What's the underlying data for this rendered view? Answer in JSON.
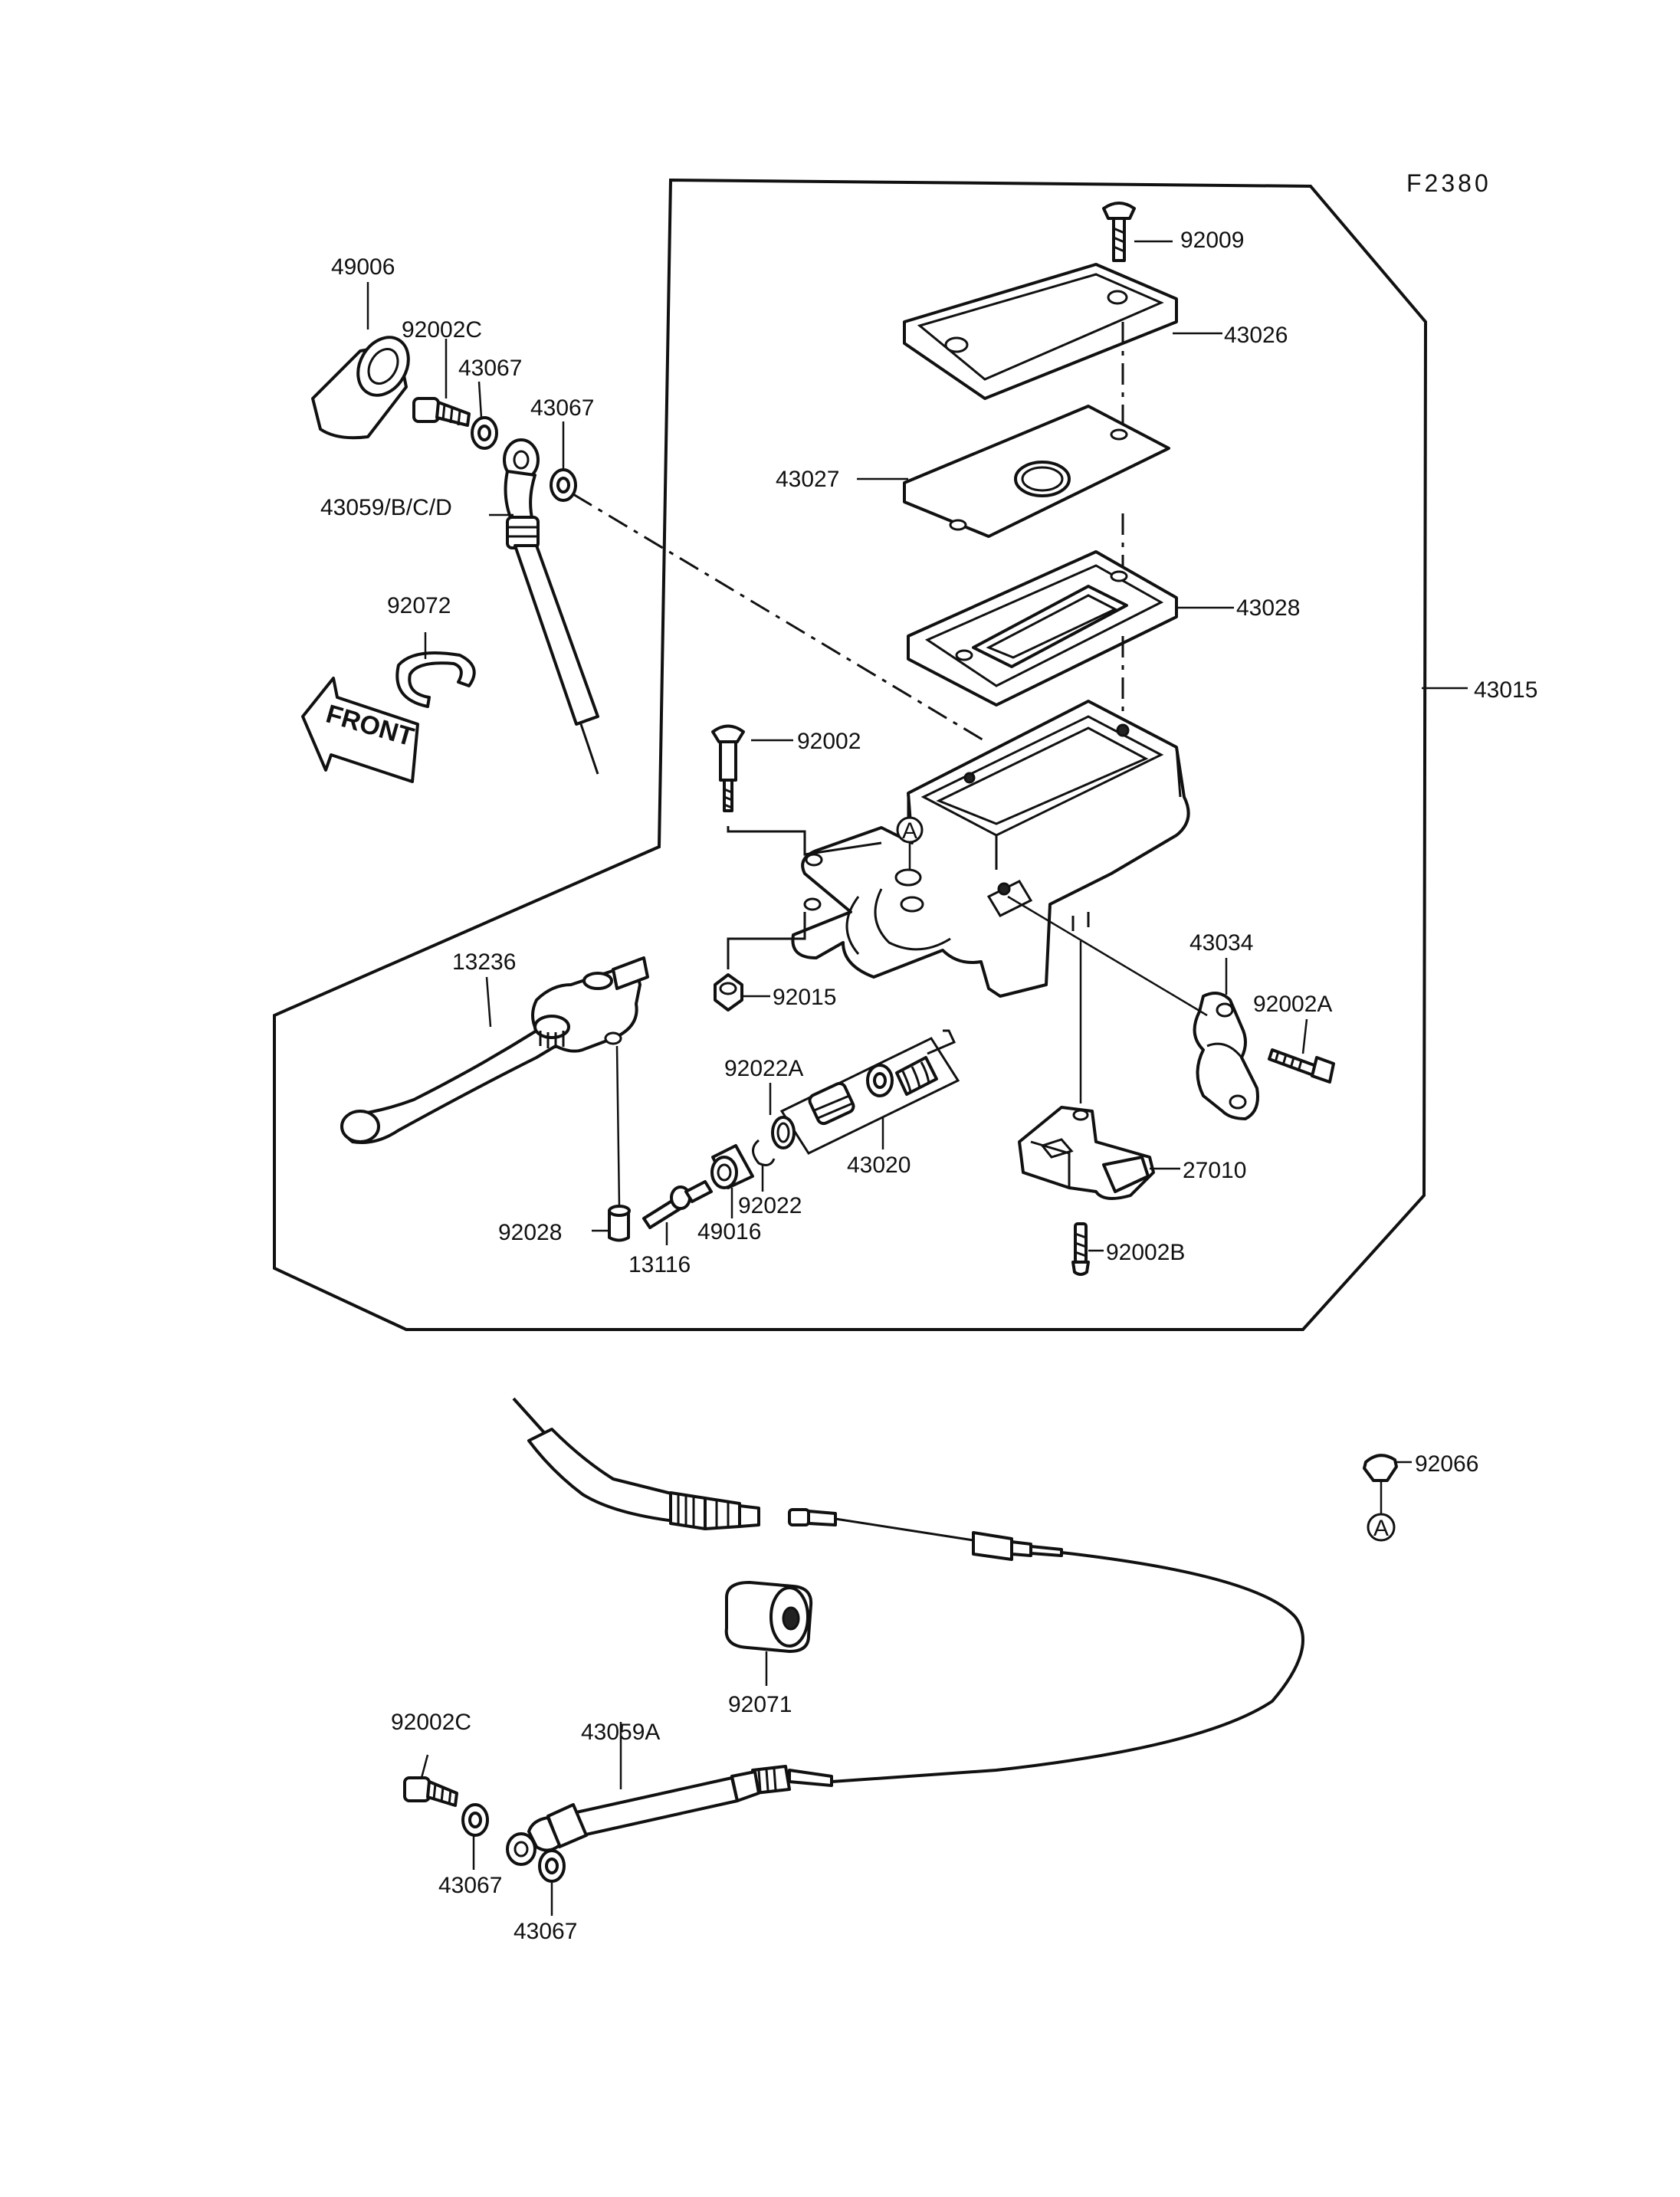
{
  "diagram_ref": "F2380",
  "front_label": "FRONT",
  "reference_marker": "A",
  "parts": [
    {
      "id": "p49006",
      "label": "49006"
    },
    {
      "id": "p92002C_top",
      "label": "92002C"
    },
    {
      "id": "p43067_a",
      "label": "43067"
    },
    {
      "id": "p43067_b",
      "label": "43067"
    },
    {
      "id": "p43059BCD",
      "label": "43059/B/C/D"
    },
    {
      "id": "p92072",
      "label": "92072"
    },
    {
      "id": "p92009",
      "label": "92009"
    },
    {
      "id": "p43026",
      "label": "43026"
    },
    {
      "id": "p43027",
      "label": "43027"
    },
    {
      "id": "p43028",
      "label": "43028"
    },
    {
      "id": "p43015",
      "label": "43015"
    },
    {
      "id": "p92002",
      "label": "92002"
    },
    {
      "id": "p92015",
      "label": "92015"
    },
    {
      "id": "p13236",
      "label": "13236"
    },
    {
      "id": "p92022A",
      "label": "92022A"
    },
    {
      "id": "p43020",
      "label": "43020"
    },
    {
      "id": "p92022",
      "label": "92022"
    },
    {
      "id": "p49016",
      "label": "49016"
    },
    {
      "id": "p92028",
      "label": "92028"
    },
    {
      "id": "p13116",
      "label": "13116"
    },
    {
      "id": "p43034",
      "label": "43034"
    },
    {
      "id": "p92002A",
      "label": "92002A"
    },
    {
      "id": "p27010",
      "label": "27010"
    },
    {
      "id": "p92002B",
      "label": "92002B"
    },
    {
      "id": "p92066",
      "label": "92066"
    },
    {
      "id": "p92071",
      "label": "92071"
    },
    {
      "id": "p92002C_bottom",
      "label": "92002C"
    },
    {
      "id": "p43059A",
      "label": "43059A"
    },
    {
      "id": "p43067_c",
      "label": "43067"
    },
    {
      "id": "p43067_d",
      "label": "43067"
    }
  ]
}
